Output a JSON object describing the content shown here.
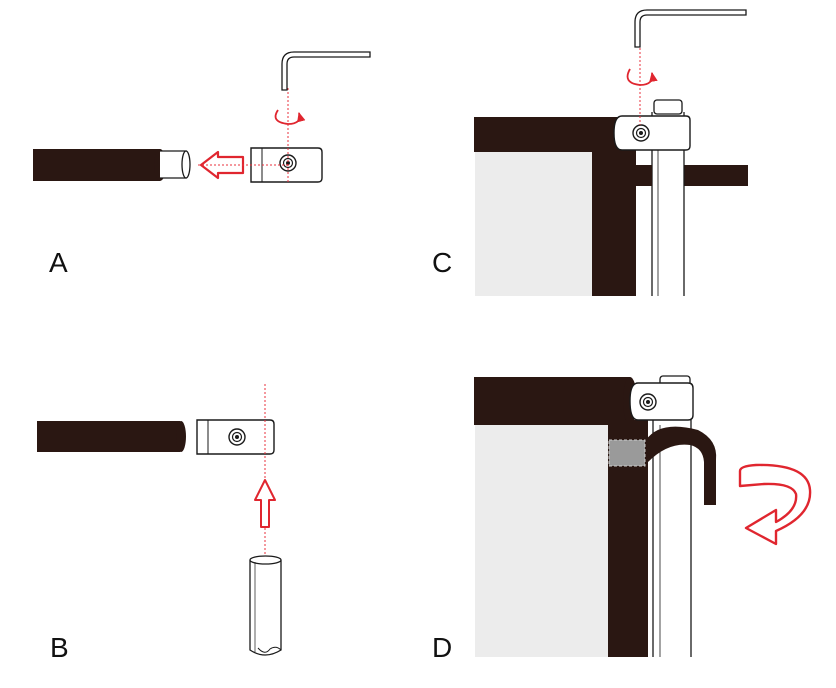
{
  "panels": {
    "a": {
      "label": "A"
    },
    "b": {
      "label": "B"
    },
    "c": {
      "label": "C"
    },
    "d": {
      "label": "D"
    }
  },
  "colors": {
    "bar": "#2a1712",
    "outline": "#1a1a1a",
    "guide": "#e8323c",
    "arrow": "#e0262f",
    "fabric": "#ececec",
    "tape": "#9a9a9a"
  },
  "icons": {
    "rotate": "rotate-arrow-icon",
    "insert": "insert-arrow-icon",
    "wrap": "wrap-arrow-icon"
  }
}
